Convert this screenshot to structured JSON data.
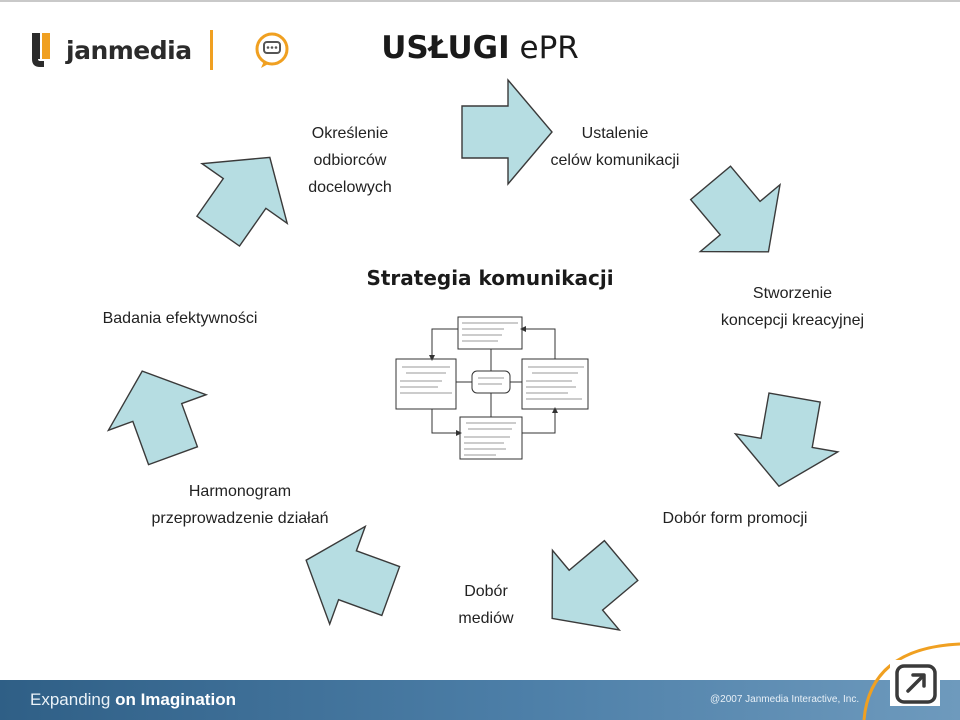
{
  "header": {
    "logo_text": "janmedia",
    "title_bold": "USŁUGI",
    "title_rest": " ePR"
  },
  "diagram": {
    "center_title": "Strategia komunikacji",
    "steps": [
      {
        "lines": [
          "Ustalenie",
          "celów komunikacji"
        ]
      },
      {
        "lines": [
          "Stworzenie",
          "koncepcji kreacyjnej"
        ]
      },
      {
        "lines": [
          "Dobór form promocji"
        ]
      },
      {
        "lines": [
          "Dobór",
          "mediów"
        ]
      },
      {
        "lines": [
          "Harmonogram",
          "przeprowadzenie działań"
        ]
      },
      {
        "lines": [
          "Badania efektywności"
        ]
      },
      {
        "lines": [
          "Określenie",
          "odbiorców",
          "docelowych"
        ]
      }
    ],
    "arrow_color": "#b6dde2",
    "arrow_stroke": "#3a3a3a"
  },
  "footer": {
    "slogan_part1": "Expanding ",
    "slogan_part2": "on Imagination",
    "copyright": "@2007 Janmedia Interactive, Inc."
  },
  "colors": {
    "accent_orange": "#f0a021",
    "footer_blue": "#3f6f97"
  }
}
